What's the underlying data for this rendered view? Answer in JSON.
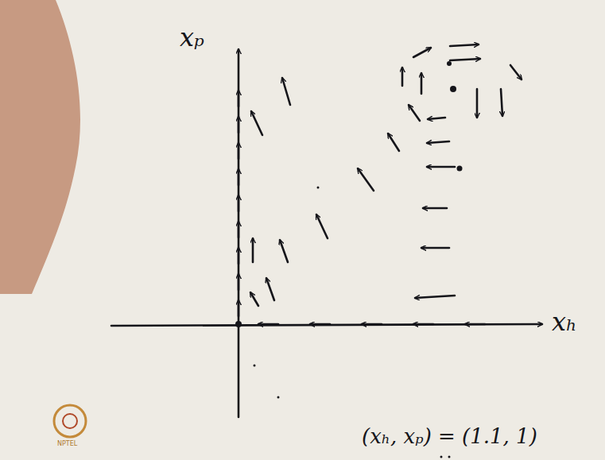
{
  "diagram": {
    "labels": [
      "xₚ",
      "xₕ",
      "(xₕ, xₚ) = (1.1, 1)",
      "NPTEL"
    ]
  }
}
